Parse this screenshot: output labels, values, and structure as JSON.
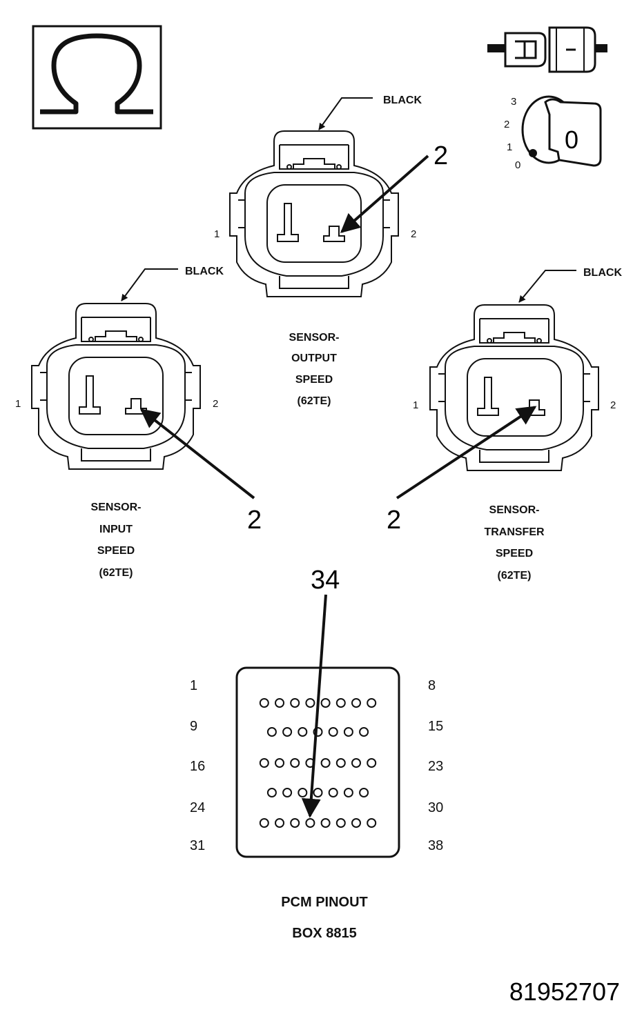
{
  "ohm_symbol": "Ω",
  "ignition": {
    "positions": [
      "3",
      "2",
      "1",
      "0"
    ],
    "key_label": "0"
  },
  "callouts": {
    "wire_color": "BLACK"
  },
  "connectors": {
    "output": {
      "pin_left": "1",
      "pin_right": "2",
      "arrow_label": "2",
      "name_lines": [
        "SENSOR-",
        "OUTPUT",
        "SPEED",
        "(62TE)"
      ]
    },
    "input": {
      "pin_left": "1",
      "pin_right": "2",
      "arrow_label": "2",
      "name_lines": [
        "SENSOR-",
        "INPUT",
        "SPEED",
        "(62TE)"
      ]
    },
    "transfer": {
      "pin_left": "1",
      "pin_right": "2",
      "arrow_label": "2",
      "name_lines": [
        "SENSOR-",
        "TRANSFER",
        "SPEED",
        "(62TE)"
      ]
    }
  },
  "pcm": {
    "arrow_label": "34",
    "left_labels": [
      "1",
      "9",
      "16",
      "24",
      "31"
    ],
    "right_labels": [
      "8",
      "15",
      "23",
      "30",
      "38"
    ],
    "title_lines": [
      "PCM PINOUT",
      "BOX 8815"
    ]
  },
  "figure_id": "81952707"
}
